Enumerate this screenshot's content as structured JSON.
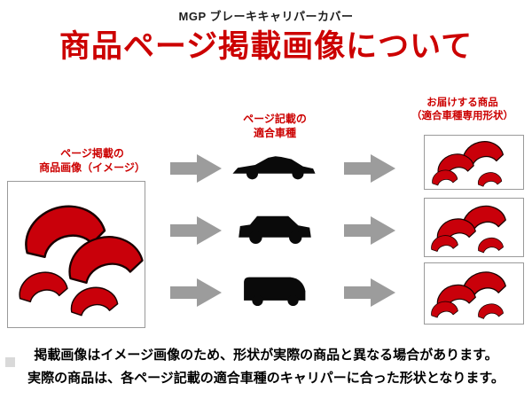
{
  "header": {
    "brand": "MGP ブレーキキャリパーカバー",
    "title": "商品ページ掲載画像について"
  },
  "labels": {
    "source": {
      "line1": "ページ掲載の",
      "line2": "商品画像（イメージ）"
    },
    "vehicle": {
      "line1": "ページ記載の",
      "line2": "適合車種"
    },
    "delivered": {
      "line1": "お届けする商品",
      "line2": "（適合車種専用形状）"
    }
  },
  "vehicles": [
    "sports-car",
    "suv",
    "minivan"
  ],
  "icons": {
    "arrow": "arrow-right-icon",
    "product": "caliper-cover-shape"
  },
  "notes": {
    "line1": "掲載画像はイメージ画像のため、形状が実際の商品と異なる場合があります。",
    "line2": "実際の商品は、各ページ記載の適合車種のキャリパーに合った形状となります。"
  },
  "colors": {
    "accent_red": "#cc0000",
    "caliper_red": "#c9000a",
    "arrow_gray": "#9c9c9c",
    "silhouette_black": "#0a0a0a"
  }
}
